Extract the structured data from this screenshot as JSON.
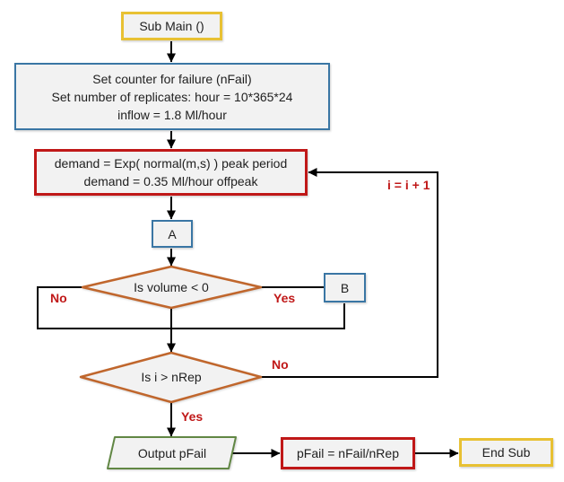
{
  "diagram": {
    "type": "flowchart",
    "nodes": {
      "sub_main": {
        "label": "Sub Main ()"
      },
      "init": {
        "line1": "Set counter for failure (nFail)",
        "line2": "Set number of replicates: hour = 10*365*24",
        "line3": "inflow = 1.8 Ml/hour"
      },
      "demand": {
        "line1": "demand = Exp( normal(m,s) ) peak period",
        "line2": "demand = 0.35 Ml/hour offpeak"
      },
      "connector_a": {
        "label": "A"
      },
      "connector_b": {
        "label": "B"
      },
      "decision_volume": {
        "label": "Is volume < 0"
      },
      "decision_nrep": {
        "label": "Is i > nRep"
      },
      "output_pfail": {
        "label": "Output pFail"
      },
      "pfail_calc": {
        "label": "pFail = nFail/nRep"
      },
      "end_sub": {
        "label": "End Sub"
      }
    },
    "edge_labels": {
      "volume_no": "No",
      "volume_yes": "Yes",
      "nrep_no": "No",
      "nrep_yes": "Yes",
      "increment": "i = i + 1"
    },
    "colors": {
      "start_end_border": "#E8C133",
      "process_border": "#3A76A4",
      "loop_border": "#C01818",
      "decision_border": "#C0662C",
      "output_border": "#618744",
      "node_fill": "#F2F2F2",
      "label_text": "#C01818",
      "line": "#000000"
    }
  }
}
